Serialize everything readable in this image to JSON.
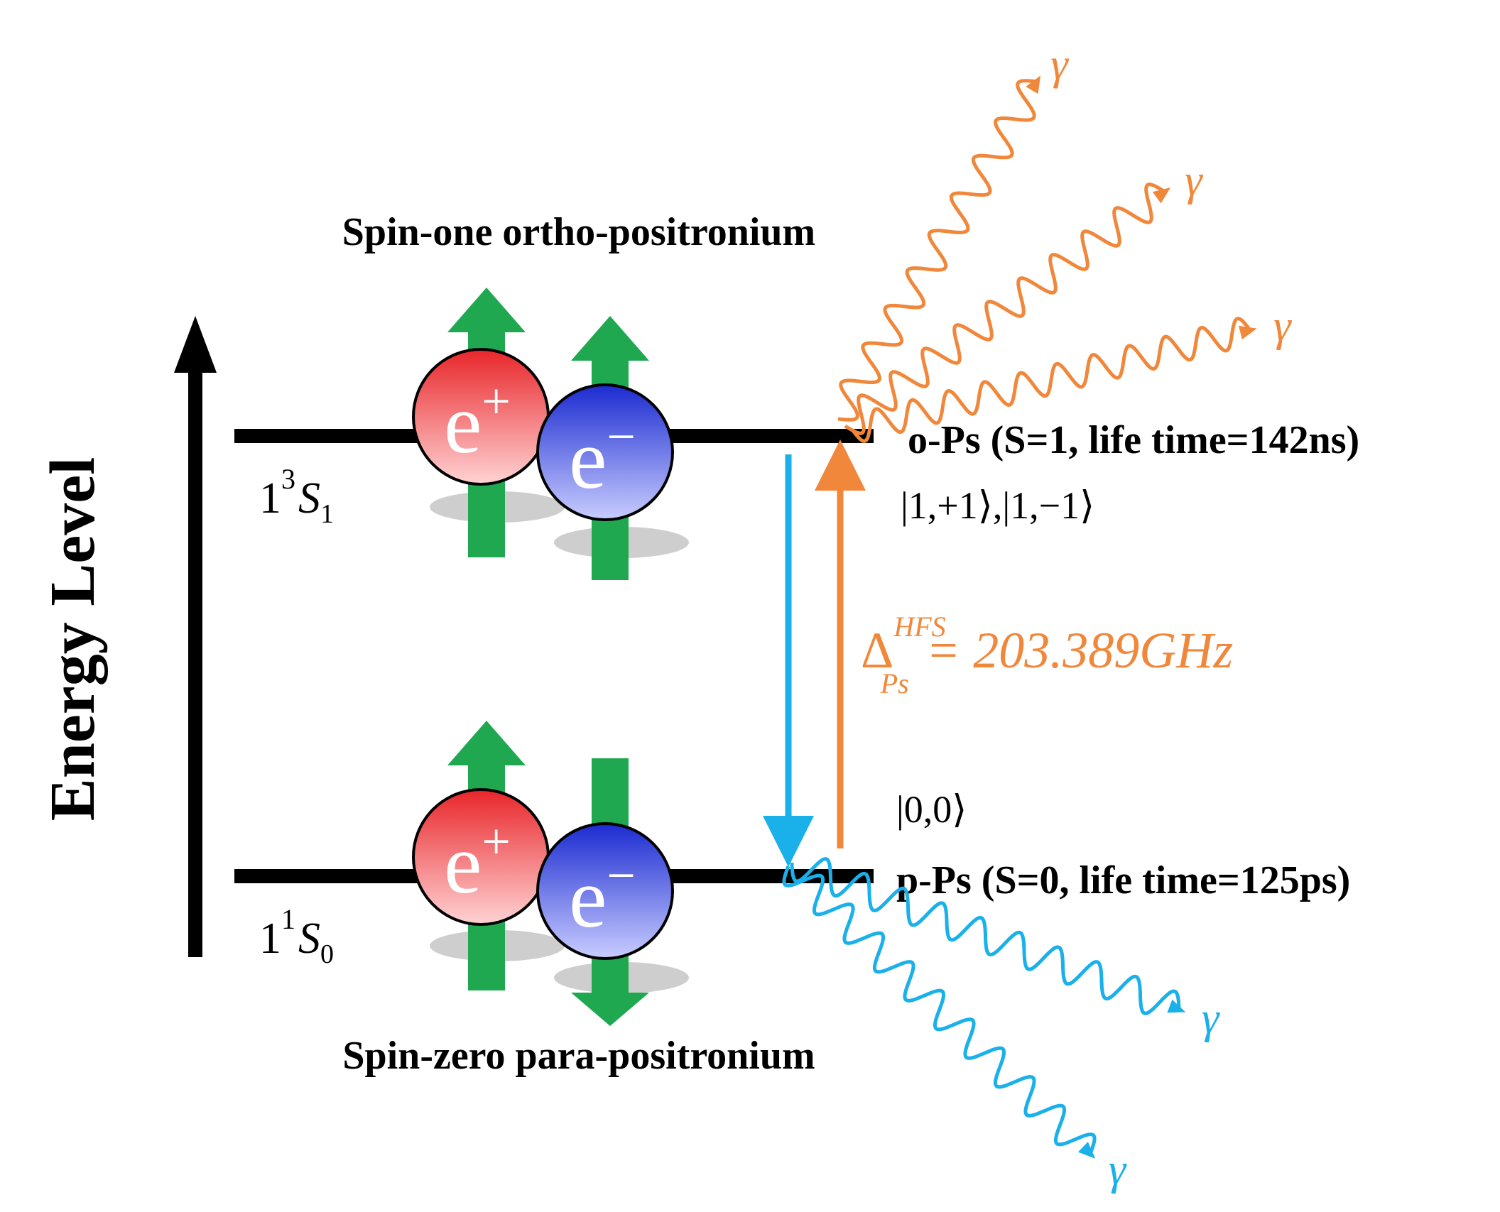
{
  "axis": {
    "label": "Energy Level"
  },
  "ortho": {
    "title": "Spin-one ortho-positronium",
    "term": {
      "n": "1",
      "sup": "3",
      "letter": "S",
      "sub": "1"
    },
    "label": "o-Ps (S=1, life time=142ns)",
    "states": "|1,+1⟩,|1,−1⟩",
    "photon_symbol": "γ"
  },
  "para": {
    "title": "Spin-zero para-positronium",
    "term": {
      "n": "1",
      "sup": "1",
      "letter": "S",
      "sub": "0"
    },
    "label": "p-Ps (S=0, life time=125ps)",
    "state": "|0,0⟩",
    "photon_symbol": "γ"
  },
  "particles": {
    "positron": {
      "base": "e",
      "charge": "+"
    },
    "electron": {
      "base": "e",
      "charge": "−"
    }
  },
  "hfs": {
    "symbol": "Δ",
    "sup": "HFS",
    "sub": "Ps",
    "value": "= 203.389GHz"
  },
  "colors": {
    "level_line": "#000000",
    "spin_arrow": "#1fa84f",
    "positron": "#e8262a",
    "electron": "#1f2fd6",
    "ortho_photon": "#f0873a",
    "para_photon": "#1ab0ea",
    "hfs_text": "#f0873a"
  }
}
